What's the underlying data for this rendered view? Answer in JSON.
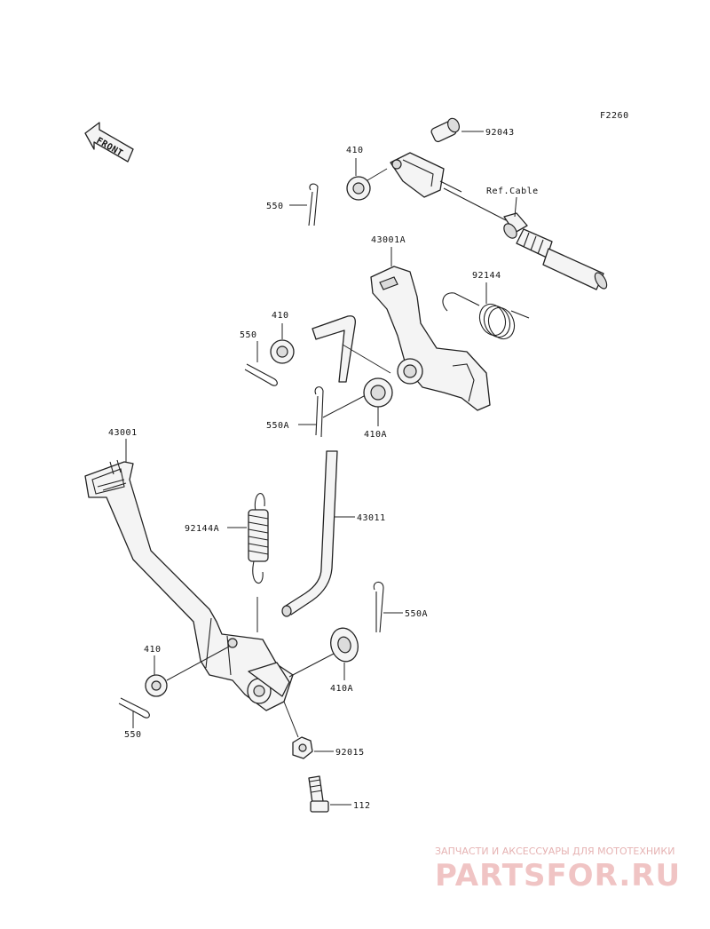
{
  "diagram": {
    "figure_code": "F2260",
    "front_label": "FRONT",
    "ref_cable": "Ref.Cable",
    "parts": [
      {
        "key": "p92043",
        "label": "92043"
      },
      {
        "key": "p410_top",
        "label": "410"
      },
      {
        "key": "p550_top",
        "label": "550"
      },
      {
        "key": "p43001A",
        "label": "43001A"
      },
      {
        "key": "p92144",
        "label": "92144"
      },
      {
        "key": "p410_mid",
        "label": "410"
      },
      {
        "key": "p550_mid",
        "label": "550"
      },
      {
        "key": "p550A_mid",
        "label": "550A"
      },
      {
        "key": "p410A_mid",
        "label": "410A"
      },
      {
        "key": "p43001",
        "label": "43001"
      },
      {
        "key": "p92144A",
        "label": "92144A"
      },
      {
        "key": "p43011",
        "label": "43011"
      },
      {
        "key": "p550A_low",
        "label": "550A"
      },
      {
        "key": "p410_low",
        "label": "410"
      },
      {
        "key": "p410A_low",
        "label": "410A"
      },
      {
        "key": "p550_low",
        "label": "550"
      },
      {
        "key": "p92015",
        "label": "92015"
      },
      {
        "key": "p112",
        "label": "112"
      }
    ]
  },
  "watermark": {
    "tagline": "ЗАПЧАСТИ И АКСЕССУАРЫ ДЛЯ МОТОТЕХНИКИ",
    "logo_text": "PARTSFOR.RU"
  }
}
